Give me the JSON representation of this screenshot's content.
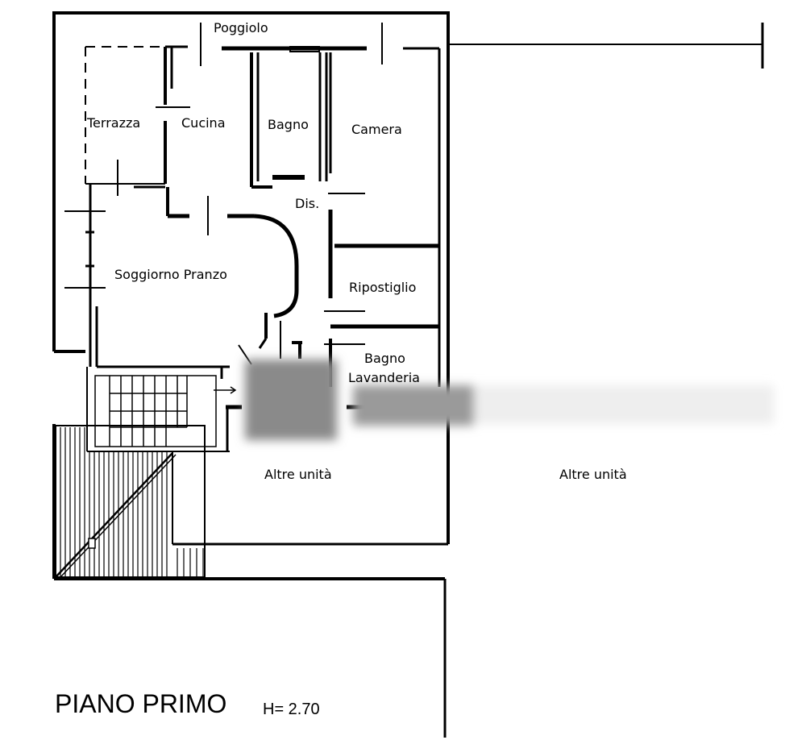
{
  "plan": {
    "title": "PIANO PRIMO",
    "height_note": "H= 2.70",
    "rooms": {
      "poggiolo": "Poggiolo",
      "terrazza": "Terrazza",
      "cucina": "Cucina",
      "bagno": "Bagno",
      "camera": "Camera",
      "dis": "Dis.",
      "soggiorno": "Soggiorno Pranzo",
      "ripostiglio": "Ripostiglio",
      "bagno_lavanderia_1": "Bagno",
      "bagno_lavanderia_2": "Lavanderia",
      "altre_unita_1": "Altre unità",
      "altre_unita_2": "Altre unità"
    }
  }
}
